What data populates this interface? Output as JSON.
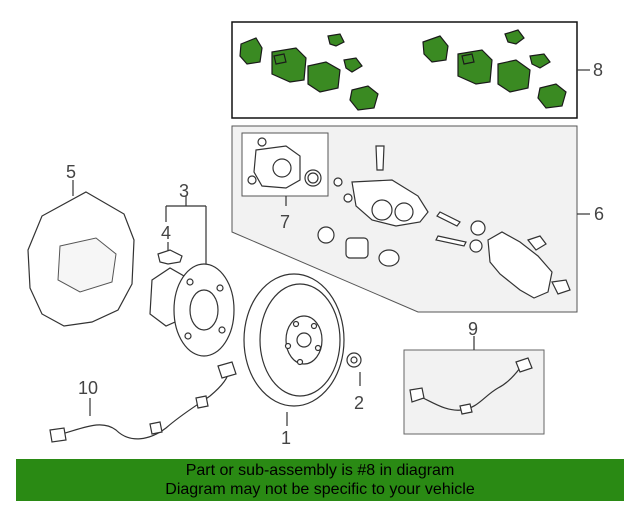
{
  "colors": {
    "banner": "#2a8a14",
    "highlight_part": "#3a8a22",
    "group_box": "#f2f2f2",
    "line": "#333333"
  },
  "callouts": {
    "c1": "1",
    "c2": "2",
    "c3": "3",
    "c4": "4",
    "c5": "5",
    "c6": "6",
    "c7": "7",
    "c8": "8",
    "c9": "9",
    "c10": "10"
  },
  "banner": {
    "line1": "Part or sub-assembly is #8 in diagram",
    "line2": "Diagram may not be specific to your vehicle"
  }
}
